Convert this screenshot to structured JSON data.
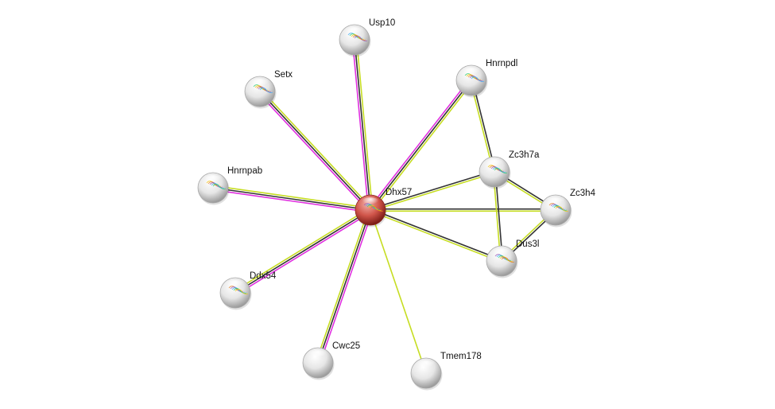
{
  "network": {
    "center": "Dhx57",
    "colors": {
      "experiments": "#e02fe0",
      "coexpression": "#333333",
      "textmining": "#c6dd22",
      "query_node": "#c0392b",
      "node": "#e4e4e4"
    },
    "nodes": [
      {
        "id": "Dhx57",
        "label": "Dhx57",
        "query": true
      },
      {
        "id": "Usp10",
        "label": "Usp10"
      },
      {
        "id": "Setx",
        "label": "Setx"
      },
      {
        "id": "Hnrnpab",
        "label": "Hnrnpab"
      },
      {
        "id": "Ddx54",
        "label": "Ddx54"
      },
      {
        "id": "Cwc25",
        "label": "Cwc25"
      },
      {
        "id": "Tmem178",
        "label": "Tmem178"
      },
      {
        "id": "Hnrnpdl",
        "label": "Hnrnpdl"
      },
      {
        "id": "Zc3h7a",
        "label": "Zc3h7a"
      },
      {
        "id": "Zc3h4",
        "label": "Zc3h4"
      },
      {
        "id": "Dus3l",
        "label": "Dus3l"
      }
    ],
    "edges": [
      {
        "a": "Dhx57",
        "b": "Usp10",
        "types": [
          "experiments",
          "coexpression",
          "textmining"
        ]
      },
      {
        "a": "Dhx57",
        "b": "Setx",
        "types": [
          "experiments",
          "coexpression",
          "textmining"
        ]
      },
      {
        "a": "Dhx57",
        "b": "Hnrnpab",
        "types": [
          "experiments",
          "coexpression",
          "textmining"
        ]
      },
      {
        "a": "Dhx57",
        "b": "Ddx54",
        "types": [
          "experiments",
          "coexpression",
          "textmining"
        ]
      },
      {
        "a": "Dhx57",
        "b": "Cwc25",
        "types": [
          "experiments",
          "coexpression",
          "textmining"
        ]
      },
      {
        "a": "Dhx57",
        "b": "Tmem178",
        "types": [
          "textmining"
        ]
      },
      {
        "a": "Dhx57",
        "b": "Hnrnpdl",
        "types": [
          "experiments",
          "coexpression",
          "textmining"
        ]
      },
      {
        "a": "Dhx57",
        "b": "Zc3h7a",
        "types": [
          "coexpression",
          "textmining"
        ]
      },
      {
        "a": "Dhx57",
        "b": "Zc3h4",
        "types": [
          "coexpression",
          "textmining"
        ]
      },
      {
        "a": "Dhx57",
        "b": "Dus3l",
        "types": [
          "coexpression",
          "textmining"
        ]
      },
      {
        "a": "Hnrnpdl",
        "b": "Zc3h7a",
        "types": [
          "coexpression",
          "textmining"
        ]
      },
      {
        "a": "Zc3h7a",
        "b": "Zc3h4",
        "types": [
          "coexpression",
          "textmining"
        ]
      },
      {
        "a": "Zc3h7a",
        "b": "Dus3l",
        "types": [
          "coexpression",
          "textmining"
        ]
      },
      {
        "a": "Zc3h4",
        "b": "Dus3l",
        "types": [
          "coexpression",
          "textmining"
        ]
      }
    ]
  }
}
